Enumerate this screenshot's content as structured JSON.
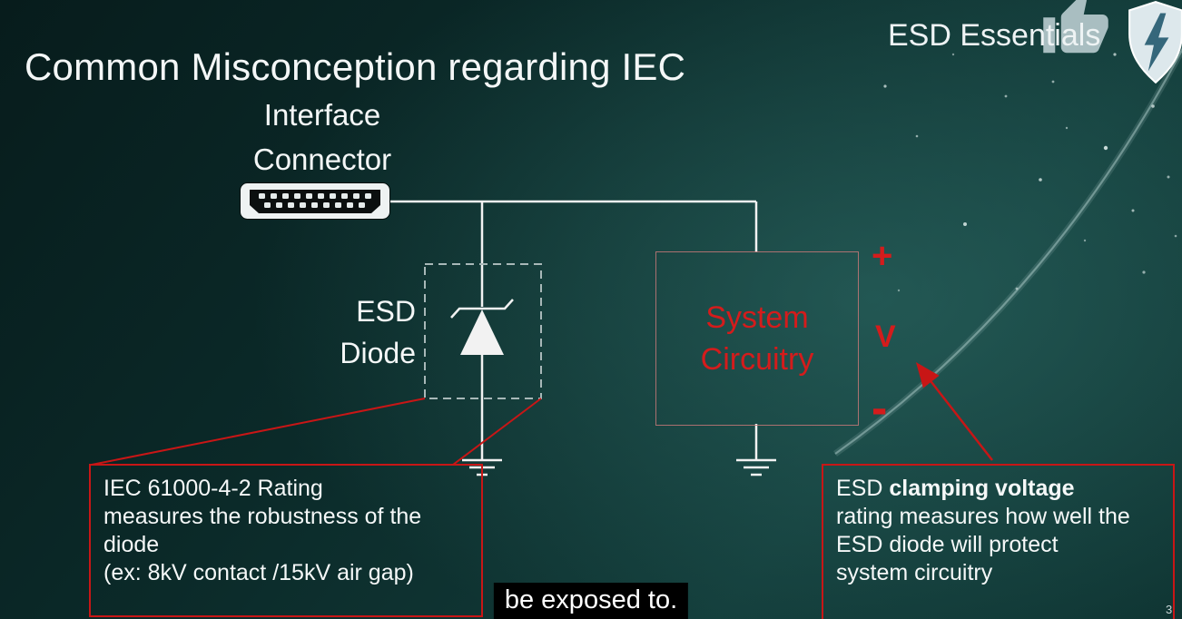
{
  "header": {
    "title": "Common Misconception regarding IEC",
    "brand": "ESD Essentials"
  },
  "diagram": {
    "interface_connector_label": {
      "line1": "Interface",
      "line2": "Connector"
    },
    "esd_diode_label": {
      "line1": "ESD",
      "line2": "Diode"
    },
    "system_circuitry_box": {
      "line1": "System",
      "line2": "Circuitry"
    },
    "voltage_annotation": {
      "plus": "+",
      "label": "V",
      "minus": "-"
    }
  },
  "callouts": {
    "iec_rating": {
      "lines": [
        "IEC 61000-4-2 Rating",
        "measures the robustness of the",
        "diode",
        "(ex: 8kV contact /15kV air gap)"
      ]
    },
    "clamping_voltage": {
      "line1_normal": "ESD ",
      "line1_bold": "clamping voltage",
      "lines": [
        "rating measures how well the",
        "ESD diode will protect",
        "system circuitry"
      ]
    }
  },
  "caption": {
    "text": "be exposed to."
  },
  "footer": {
    "page_number": "3"
  },
  "icons": {
    "thumbs_up": "thumbs-up-icon",
    "shield": "shield-icon",
    "hdmi_connector": "hdmi-connector-icon",
    "ground": "ground-symbol",
    "diode": "tvs-diode-symbol"
  },
  "colors": {
    "accent_red": "#c81616",
    "system_text_red": "#d41c1c",
    "wire": "#f2f2f2",
    "background_dark": "#081d1d",
    "background_teal": "#16413e",
    "caption_background": "#000000",
    "caption_text": "#ffffff"
  }
}
